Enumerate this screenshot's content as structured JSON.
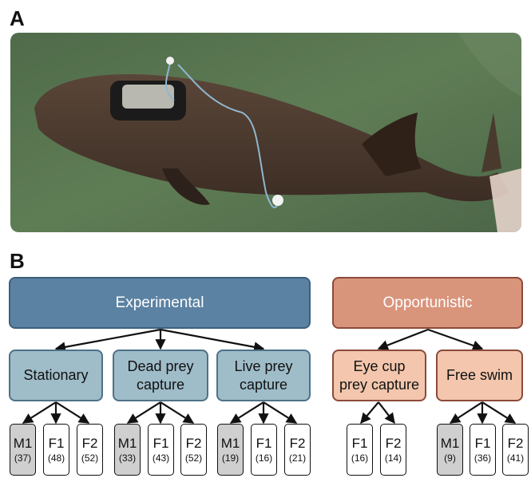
{
  "panels": {
    "a": "A",
    "b": "B"
  },
  "photo": {
    "subject": "porpoise-with-tag-photo"
  },
  "top": {
    "experimental": "Experimental",
    "opportunistic": "Opportunistic"
  },
  "conditions": [
    {
      "label": "Stationary"
    },
    {
      "label": "Dead prey capture"
    },
    {
      "label": "Live prey capture"
    },
    {
      "label": "Eye cup prey capture"
    },
    {
      "label": "Free swim"
    }
  ],
  "leaves": [
    {
      "id": "M1",
      "n": "(37)"
    },
    {
      "id": "F1",
      "n": "(48)"
    },
    {
      "id": "F2",
      "n": "(52)"
    },
    {
      "id": "M1",
      "n": "(33)"
    },
    {
      "id": "F1",
      "n": "(43)"
    },
    {
      "id": "F2",
      "n": "(52)"
    },
    {
      "id": "M1",
      "n": "(19)"
    },
    {
      "id": "F1",
      "n": "(16)"
    },
    {
      "id": "F2",
      "n": "(21)"
    },
    {
      "id": "F1",
      "n": "(16)"
    },
    {
      "id": "F2",
      "n": "(14)"
    },
    {
      "id": "M1",
      "n": "(9)"
    },
    {
      "id": "F1",
      "n": "(36)"
    },
    {
      "id": "F2",
      "n": "(41)"
    }
  ],
  "colors": {
    "experimental": "#5b82a2",
    "opportunistic": "#d9947c",
    "male_box": "#cfcfcf"
  }
}
